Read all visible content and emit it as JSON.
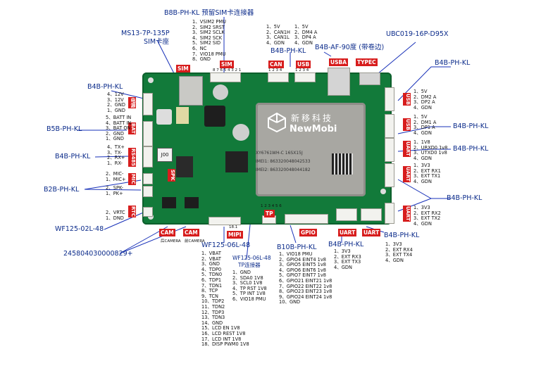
{
  "board": {
    "brand_cn": "新移科技",
    "brand_en": "NewMobi",
    "model_line": "XY6761WH-C 16SX15J",
    "imei1": "IMEI1: 863320048042533",
    "imei2": "IMEI2: 863320048044182",
    "chip_label": "J00"
  },
  "labels": {
    "sim_reserve": "B8B-PH-KL 预留SIM卡连接器",
    "ms13": "MS13-7P-135P",
    "sim_seat": "SIM卡座",
    "can_usb_conn": "B4B-PH-KL",
    "usba_conn": "B4B-AF-90度 (带卷边)",
    "typec_conn": "UBC019-16P-D95X",
    "power_conn": "B4B-PH-KL",
    "bat_conn": "B5B-PH-KL",
    "rs485_conn": "B4B-PH-KL",
    "mic_spk_conn": "B2B-PH-KL",
    "rtc_conn": "WF125-02L-48",
    "cam_conn": "245804030000829+",
    "mipi_conn": "WF125-06L-48",
    "tp_conn": "WF125-06L-48",
    "tp_conn_cn": "TP连接器",
    "gpio_conn": "B10B-PH-KL",
    "uart_b1_conn": "B4B-PH-KL",
    "uart_b2_conn": "B4B-PH-KL",
    "usb_r1_conn": "B4B-PH-KL",
    "usb_r2_conn": "B4B-PH-KL",
    "uart_r1_conn": "B4B-PH-KL",
    "uart_r2_conn": "B4B-PH-KL"
  },
  "tags": {
    "sim": "SIM",
    "can": "CAN",
    "usb": "USB",
    "usba": "USBA",
    "typec": "TYPEC",
    "power": "电源",
    "bat": "BAT",
    "rs485": "RS485",
    "mic": "MIC",
    "spk": "SPK",
    "rtc": "RTC",
    "cam": "CAM",
    "cam_front": "CAM",
    "mipi": "MIPI",
    "tp": "TP",
    "gpio": "GPIO",
    "uart": "UART",
    "usb_r": "USB",
    "uart_r": "UART"
  },
  "annotations": {
    "rear_camera": "后CAMERA",
    "front_camera": "前CAMERA",
    "sim_pin_nums": "8 7 6 5 4 3 2 1",
    "can_pin_nums": "1 2 3 4",
    "usb_pin_nums": "1 2 3 4",
    "mipi_pin_nums": "18.1",
    "tp_pin_nums": "1 2 3 4 5 6"
  },
  "pinouts": {
    "sim": [
      "1、VSIM2 PMU",
      "2、SIM2 SRST",
      "3、SIM2 SCLK",
      "4、SIM2 SCK",
      "5、SIM2 SID",
      "6、NC",
      "7、VIO18 PMU",
      "8、GND"
    ],
    "can": [
      "1、5V",
      "2、CAN1H",
      "3、CAN1L",
      "4、GDN"
    ],
    "usb_top": [
      "1、5V",
      "2、DM4 A",
      "3、DP4 A",
      "4、GDN"
    ],
    "power": [
      "4、12V",
      "3、12V",
      "2、GND",
      "1、GND"
    ],
    "bat": [
      "5、BATT IN",
      "4、BATT IN",
      "3、BAT ON",
      "2、GND",
      "1、GND"
    ],
    "rs485": [
      "4、TX+",
      "3、TX-",
      "2、RX+",
      "1、RX-"
    ],
    "mic": [
      "2、MIC-",
      "1、MIC+"
    ],
    "spk": [
      "2、SPK-",
      "1、PK+"
    ],
    "rtc": [
      "2、VRTC",
      "1、DND"
    ],
    "mipi": [
      "1、VBAT",
      "2、VBAT",
      "3、GND",
      "4、TDP0",
      "5、TDN0",
      "6、TDP1",
      "7、TDN1",
      "8、TCP",
      "9、TCN",
      "10、TDP2",
      "11、TDN2",
      "12、TDP3",
      "13、TDN3",
      "14、GND",
      "15、LCD EN 1V8",
      "16、LCD REST 1V8",
      "17、LCD INT 1V8",
      "18、DISP PWM0 1V8"
    ],
    "tp": [
      "1、GND",
      "2、SDA0 1V8",
      "3、SCL0 1V8",
      "4、TP RST 1V8",
      "5、TP INT 1V8",
      "6、VIO18 PMU"
    ],
    "gpio": [
      "1、VIO18 PMU",
      "2、GPIO4 EINT4 1v8",
      "3、GPIO5 EINT5 1v8",
      "4、GPIO6 EINT6 1v8",
      "5、GPIO7 EINT7 1v8",
      "6、GPIO21 EINT21 1v8",
      "7、GPIO22 EINT22 1v8",
      "8、GPIO23 EINT23 1v8",
      "9、GPIO24 EINT24 1v8",
      "10、GND"
    ],
    "uart_b1": [
      "1、3V3",
      "2、EXT RX3",
      "3、EXT TX3",
      "4、GDN"
    ],
    "uart_b2": [
      "1、3V3",
      "2、EXT RX4",
      "3、EXT TX4",
      "4、GDN"
    ],
    "usb_r1": [
      "1、5V",
      "2、DM2 A",
      "3、DP2 A",
      "4、GDN"
    ],
    "usb_r2": [
      "1、5V",
      "2、DM1 A",
      "3、DP1 A",
      "4、GDN"
    ],
    "uart_r1": [
      "1、1V8",
      "2、URXD0 1v8",
      "3、UTXD0 1v8",
      "4、GDN"
    ],
    "uart_r2": [
      "1、3V3",
      "2、EXT RX1",
      "3、EXT TX1",
      "4、GDN"
    ],
    "uart_r3": [
      "1、3V3",
      "2、EXT RX2",
      "3、EXT TX2",
      "4、GDN"
    ]
  }
}
